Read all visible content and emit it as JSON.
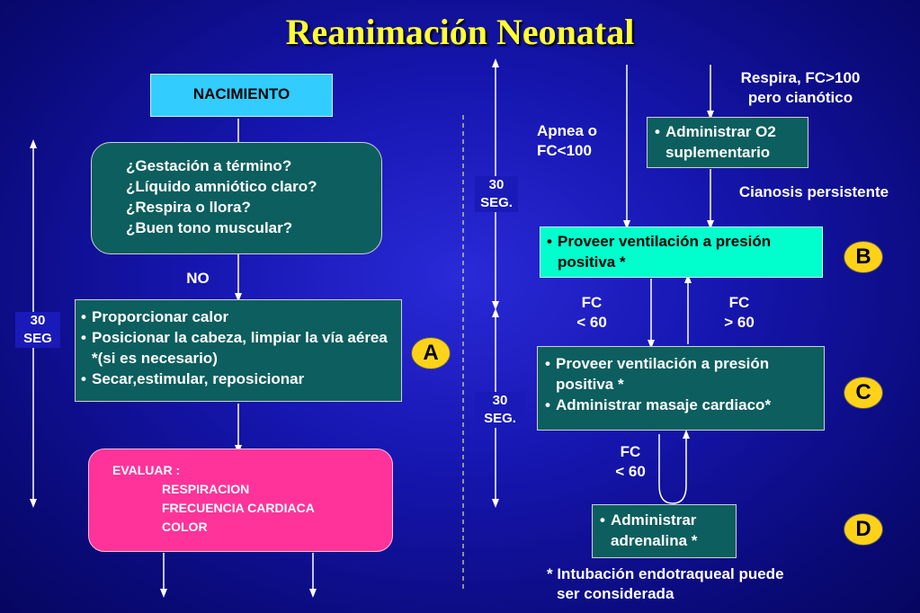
{
  "title": "Reanimación Neonatal",
  "left": {
    "nacimiento": "NACIMIENTO",
    "questions": [
      "¿Gestación a término?",
      "¿Líquido amniótico claro?",
      "¿Respira o llora?",
      "¿Buen tono muscular?"
    ],
    "no_label": "NO",
    "steps_a": [
      "Proporcionar calor",
      "Posicionar la cabeza, limpiar la vía aérea *(si es necesario)",
      "Secar,estimular, reposicionar"
    ],
    "evaluar": {
      "heading": "EVALUAR :",
      "items": [
        "RESPIRACION",
        "FRECUENCIA CARDIACA",
        "COLOR"
      ]
    },
    "time_label": [
      "30",
      "SEG"
    ]
  },
  "right": {
    "time_top": [
      "30",
      "SEG."
    ],
    "time_bottom": [
      "30",
      "SEG."
    ],
    "apnea": [
      "Apnea o",
      "FC<100"
    ],
    "respira": [
      "Respira, FC>100",
      "pero cianótico"
    ],
    "o2": [
      "Administrar O2",
      "suplementario"
    ],
    "cianosis": "Cianosis persistente",
    "box_b": [
      "Proveer ventilación a presión positiva *"
    ],
    "fc_lt60": [
      "FC",
      "< 60"
    ],
    "fc_gt60": [
      "FC",
      "> 60"
    ],
    "box_c": [
      "Proveer ventilación a presión positiva *",
      "Administrar masaje cardiaco*"
    ],
    "fc_lt60_2": [
      "FC",
      "< 60"
    ],
    "box_d": [
      "Administrar adrenalina *"
    ],
    "footnote": [
      "* Intubación endotraqueal puede",
      "ser considerada"
    ]
  },
  "badges": {
    "a": "A",
    "b": "B",
    "c": "C",
    "d": "D"
  },
  "colors": {
    "background": "#1616b0",
    "title": "#ffff33",
    "teal_box": "#0d5e5e",
    "nacimiento_box": "#33ccff",
    "ventilation_box": "#00ffcc",
    "evaluar_box": "#ff3399",
    "badge": "#ffd21a"
  }
}
